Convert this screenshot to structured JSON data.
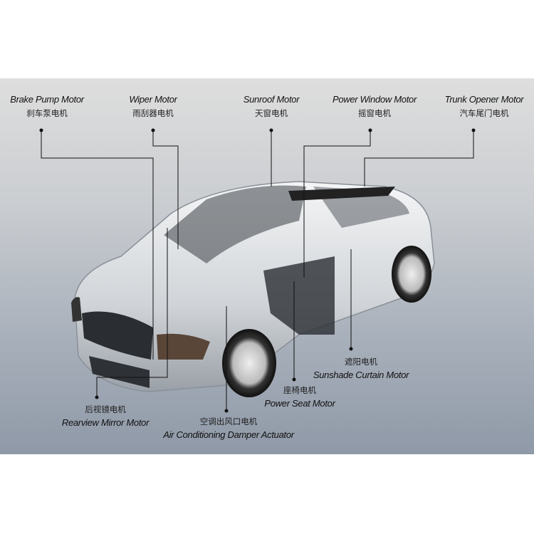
{
  "labels": {
    "brake_pump": {
      "en": "Brake Pump Motor",
      "zh": "刹车泵电机"
    },
    "wiper": {
      "en": "Wiper Motor",
      "zh": "雨刮器电机"
    },
    "sunroof": {
      "en": "Sunroof Motor",
      "zh": "天窗电机"
    },
    "power_window": {
      "en": "Power Window Motor",
      "zh": "摇窗电机"
    },
    "trunk_opener": {
      "en": "Trunk Opener Motor",
      "zh": "汽车尾门电机"
    },
    "sunshade": {
      "en": "Sunshade Curtain Motor",
      "zh": "遮阳电机"
    },
    "power_seat": {
      "en": "Power Seat Motor",
      "zh": "座椅电机"
    },
    "rearview_mirror": {
      "en": "Rearview Mirror Motor",
      "zh": "后视镜电机"
    },
    "air_conditioning": {
      "en": "Air Conditioning Damper Actuator",
      "zh": "空调出风口电机"
    }
  }
}
